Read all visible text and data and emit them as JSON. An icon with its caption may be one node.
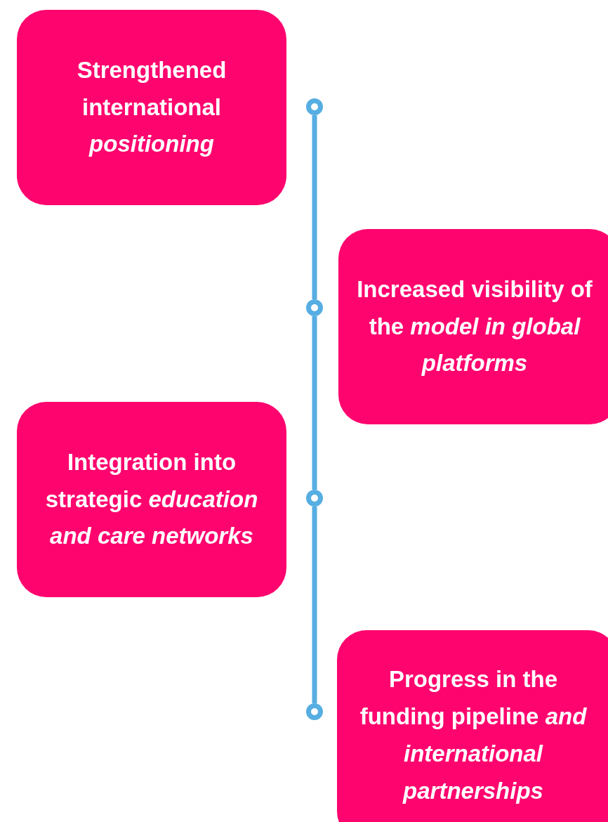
{
  "diagram": {
    "nodes": [
      {
        "text": [
          "Strengthened international *positioning*"
        ]
      },
      {
        "text": [],
        "shape": "circle"
      },
      {
        "text": [
          "Increased visibility of the *model in global platforms*"
        ]
      },
      {
        "text": [],
        "shape": "circle"
      },
      {
        "text": [
          "Integration into strategic *education and care networks*"
        ]
      },
      {
        "text": [],
        "shape": "circle"
      },
      {
        "text": [
          "Progress in the funding pipeline *and international partnerships*"
        ]
      },
      {
        "text": [],
        "shape": "circle"
      }
    ],
    "edges": [
      {
        "from": 1,
        "to": 3,
        "arrow": "none"
      },
      {
        "from": 3,
        "to": 5,
        "arrow": "none"
      },
      {
        "from": 5,
        "to": 7,
        "arrow": "none"
      }
    ]
  }
}
